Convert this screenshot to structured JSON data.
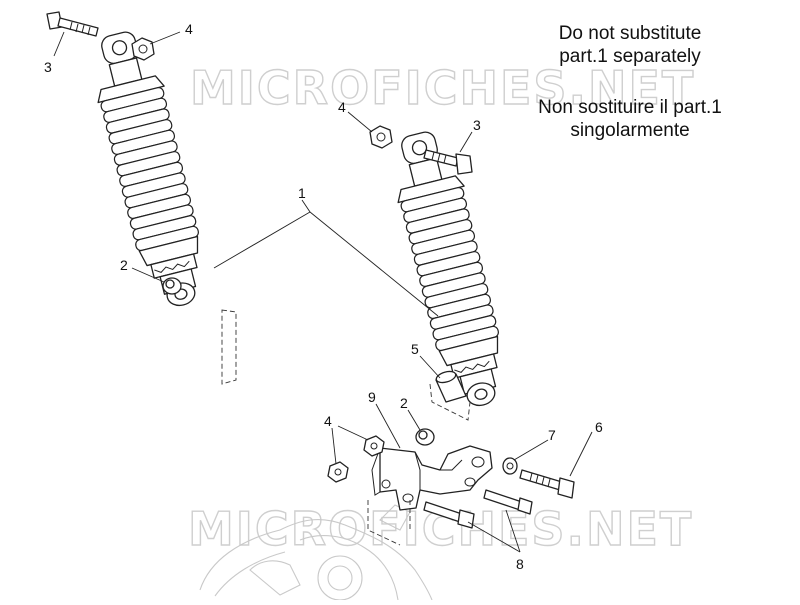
{
  "notes": {
    "english_line1": "Do not substitute",
    "english_line2": "part.1 separately",
    "italian_line1": "Non sostituire il part.1",
    "italian_line2": "singolarmente"
  },
  "watermark": {
    "text": "MICROFICHES.NET"
  },
  "callouts": {
    "part1": "1",
    "part2_left": "2",
    "part2_right": "2",
    "part3_left": "3",
    "part3_right": "3",
    "part4_top_left": "4",
    "part4_top_right": "4",
    "part4_bracket": "4",
    "part5": "5",
    "part6": "6",
    "part7": "7",
    "part8": "8",
    "part9": "9"
  }
}
